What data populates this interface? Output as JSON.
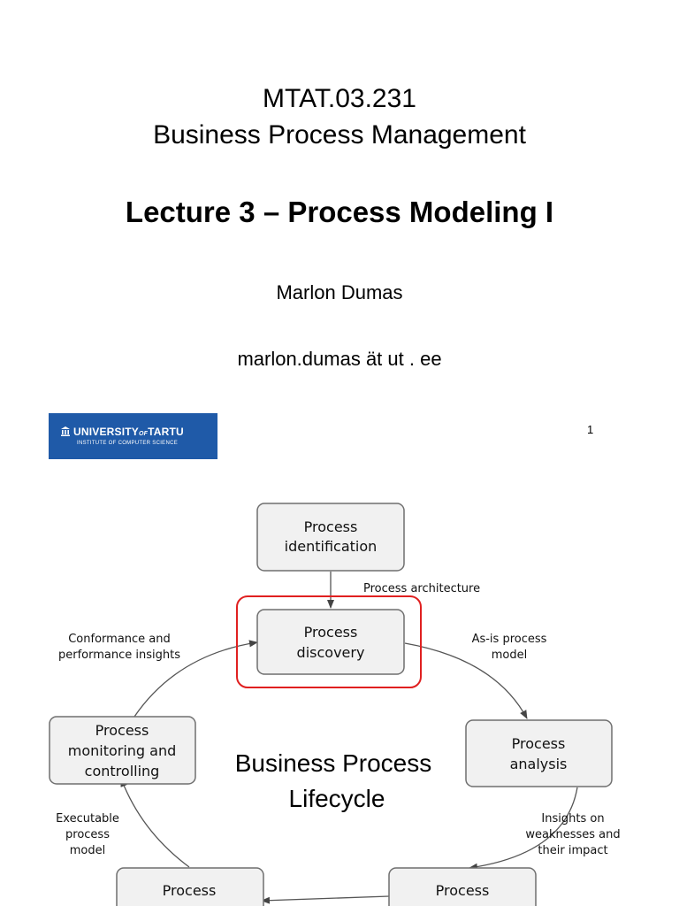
{
  "slide1": {
    "course_code": "MTAT.03.231",
    "course_name": "Business Process Management",
    "lecture_title": "Lecture 3 – Process Modeling I",
    "author": "Marlon Dumas",
    "email": "marlon.dumas ät  ut . ee",
    "page_number": "1",
    "logo": {
      "text_main": "UNIVERSITY",
      "text_of": "OF",
      "text_tartu": "TARTU",
      "text_sub": "INSTITUTE OF COMPUTER SCIENCE",
      "color": "#1f5aa8",
      "icon": "university-building-icon"
    }
  },
  "lifecycle": {
    "center_line1": "Business Process",
    "center_line2": "Lifecycle",
    "highlight_color": "#e02020",
    "nodes": {
      "identification": [
        "Process",
        "identification"
      ],
      "discovery": [
        "Process",
        "discovery"
      ],
      "analysis": [
        "Process",
        "analysis"
      ],
      "monitoring": [
        "Process",
        "monitoring and",
        "controlling"
      ],
      "implementation": [
        "Process"
      ],
      "redesign": [
        "Process"
      ]
    },
    "edges": {
      "architecture": [
        "Process architecture"
      ],
      "asis": [
        "As-is process",
        "model"
      ],
      "conformance": [
        "Conformance and",
        "performance insights"
      ],
      "insights": [
        "Insights on",
        "weaknesses and",
        "their impact"
      ],
      "executable": [
        "Executable",
        "process",
        "model"
      ]
    }
  }
}
